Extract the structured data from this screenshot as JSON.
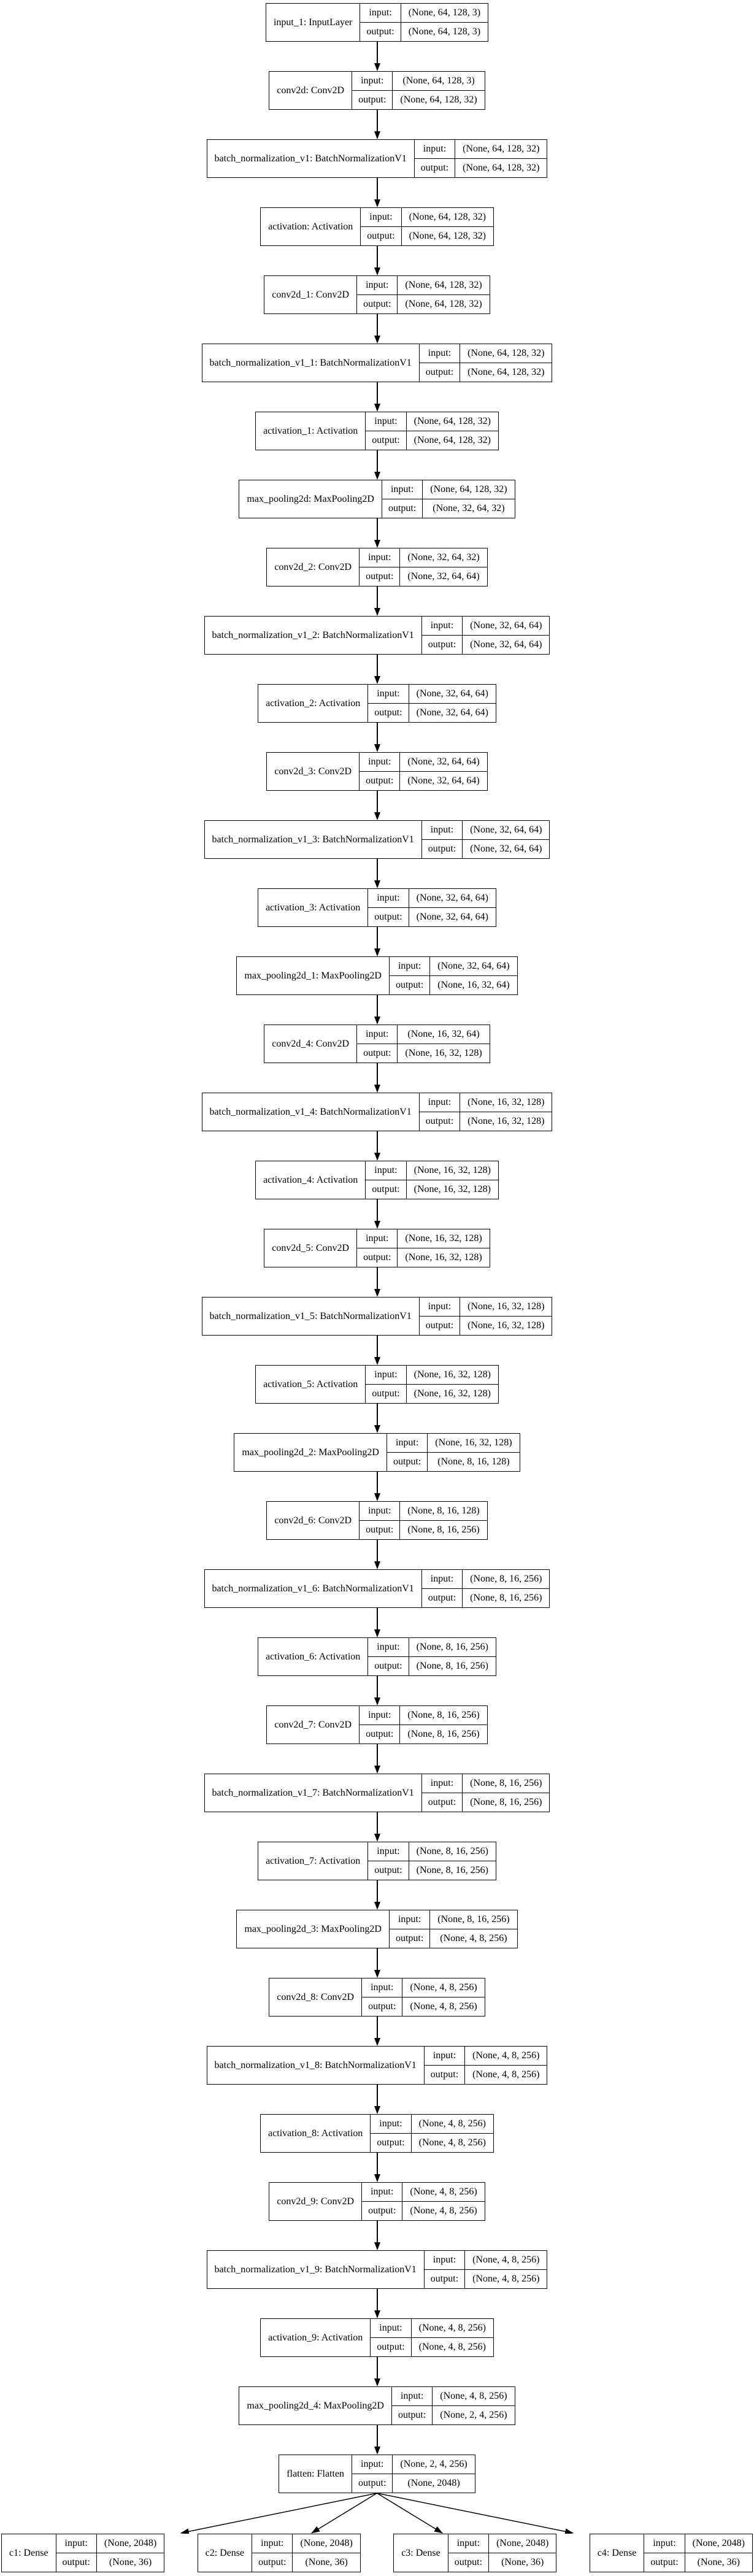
{
  "diagram": {
    "kind": "keras-model-architecture",
    "colors": {
      "background": "#ffffff",
      "node_border": "#000000",
      "edge": "#000000",
      "text": "#000000"
    },
    "io_labels": {
      "input": "input:",
      "output": "output:"
    },
    "layers": [
      {
        "name": "input_1: InputLayer",
        "input": "(None, 64, 128, 3)",
        "output": "(None, 64, 128, 3)"
      },
      {
        "name": "conv2d: Conv2D",
        "input": "(None, 64, 128, 3)",
        "output": "(None, 64, 128, 32)"
      },
      {
        "name": "batch_normalization_v1: BatchNormalizationV1",
        "input": "(None, 64, 128, 32)",
        "output": "(None, 64, 128, 32)"
      },
      {
        "name": "activation: Activation",
        "input": "(None, 64, 128, 32)",
        "output": "(None, 64, 128, 32)"
      },
      {
        "name": "conv2d_1: Conv2D",
        "input": "(None, 64, 128, 32)",
        "output": "(None, 64, 128, 32)"
      },
      {
        "name": "batch_normalization_v1_1: BatchNormalizationV1",
        "input": "(None, 64, 128, 32)",
        "output": "(None, 64, 128, 32)"
      },
      {
        "name": "activation_1: Activation",
        "input": "(None, 64, 128, 32)",
        "output": "(None, 64, 128, 32)"
      },
      {
        "name": "max_pooling2d: MaxPooling2D",
        "input": "(None, 64, 128, 32)",
        "output": "(None, 32, 64, 32)"
      },
      {
        "name": "conv2d_2: Conv2D",
        "input": "(None, 32, 64, 32)",
        "output": "(None, 32, 64, 64)"
      },
      {
        "name": "batch_normalization_v1_2: BatchNormalizationV1",
        "input": "(None, 32, 64, 64)",
        "output": "(None, 32, 64, 64)"
      },
      {
        "name": "activation_2: Activation",
        "input": "(None, 32, 64, 64)",
        "output": "(None, 32, 64, 64)"
      },
      {
        "name": "conv2d_3: Conv2D",
        "input": "(None, 32, 64, 64)",
        "output": "(None, 32, 64, 64)"
      },
      {
        "name": "batch_normalization_v1_3: BatchNormalizationV1",
        "input": "(None, 32, 64, 64)",
        "output": "(None, 32, 64, 64)"
      },
      {
        "name": "activation_3: Activation",
        "input": "(None, 32, 64, 64)",
        "output": "(None, 32, 64, 64)"
      },
      {
        "name": "max_pooling2d_1: MaxPooling2D",
        "input": "(None, 32, 64, 64)",
        "output": "(None, 16, 32, 64)"
      },
      {
        "name": "conv2d_4: Conv2D",
        "input": "(None, 16, 32, 64)",
        "output": "(None, 16, 32, 128)"
      },
      {
        "name": "batch_normalization_v1_4: BatchNormalizationV1",
        "input": "(None, 16, 32, 128)",
        "output": "(None, 16, 32, 128)"
      },
      {
        "name": "activation_4: Activation",
        "input": "(None, 16, 32, 128)",
        "output": "(None, 16, 32, 128)"
      },
      {
        "name": "conv2d_5: Conv2D",
        "input": "(None, 16, 32, 128)",
        "output": "(None, 16, 32, 128)"
      },
      {
        "name": "batch_normalization_v1_5: BatchNormalizationV1",
        "input": "(None, 16, 32, 128)",
        "output": "(None, 16, 32, 128)"
      },
      {
        "name": "activation_5: Activation",
        "input": "(None, 16, 32, 128)",
        "output": "(None, 16, 32, 128)"
      },
      {
        "name": "max_pooling2d_2: MaxPooling2D",
        "input": "(None, 16, 32, 128)",
        "output": "(None, 8, 16, 128)"
      },
      {
        "name": "conv2d_6: Conv2D",
        "input": "(None, 8, 16, 128)",
        "output": "(None, 8, 16, 256)"
      },
      {
        "name": "batch_normalization_v1_6: BatchNormalizationV1",
        "input": "(None, 8, 16, 256)",
        "output": "(None, 8, 16, 256)"
      },
      {
        "name": "activation_6: Activation",
        "input": "(None, 8, 16, 256)",
        "output": "(None, 8, 16, 256)"
      },
      {
        "name": "conv2d_7: Conv2D",
        "input": "(None, 8, 16, 256)",
        "output": "(None, 8, 16, 256)"
      },
      {
        "name": "batch_normalization_v1_7: BatchNormalizationV1",
        "input": "(None, 8, 16, 256)",
        "output": "(None, 8, 16, 256)"
      },
      {
        "name": "activation_7: Activation",
        "input": "(None, 8, 16, 256)",
        "output": "(None, 8, 16, 256)"
      },
      {
        "name": "max_pooling2d_3: MaxPooling2D",
        "input": "(None, 8, 16, 256)",
        "output": "(None, 4, 8, 256)"
      },
      {
        "name": "conv2d_8: Conv2D",
        "input": "(None, 4, 8, 256)",
        "output": "(None, 4, 8, 256)"
      },
      {
        "name": "batch_normalization_v1_8: BatchNormalizationV1",
        "input": "(None, 4, 8, 256)",
        "output": "(None, 4, 8, 256)"
      },
      {
        "name": "activation_8: Activation",
        "input": "(None, 4, 8, 256)",
        "output": "(None, 4, 8, 256)"
      },
      {
        "name": "conv2d_9: Conv2D",
        "input": "(None, 4, 8, 256)",
        "output": "(None, 4, 8, 256)"
      },
      {
        "name": "batch_normalization_v1_9: BatchNormalizationV1",
        "input": "(None, 4, 8, 256)",
        "output": "(None, 4, 8, 256)"
      },
      {
        "name": "activation_9: Activation",
        "input": "(None, 4, 8, 256)",
        "output": "(None, 4, 8, 256)"
      },
      {
        "name": "max_pooling2d_4: MaxPooling2D",
        "input": "(None, 4, 8, 256)",
        "output": "(None, 2, 4, 256)"
      },
      {
        "name": "flatten: Flatten",
        "input": "(None, 2, 4, 256)",
        "output": "(None, 2048)"
      }
    ],
    "heads": [
      {
        "name": "c1: Dense",
        "input": "(None, 2048)",
        "output": "(None, 36)"
      },
      {
        "name": "c2: Dense",
        "input": "(None, 2048)",
        "output": "(None, 36)"
      },
      {
        "name": "c3: Dense",
        "input": "(None, 2048)",
        "output": "(None, 36)"
      },
      {
        "name": "c4: Dense",
        "input": "(None, 2048)",
        "output": "(None, 36)"
      }
    ]
  }
}
